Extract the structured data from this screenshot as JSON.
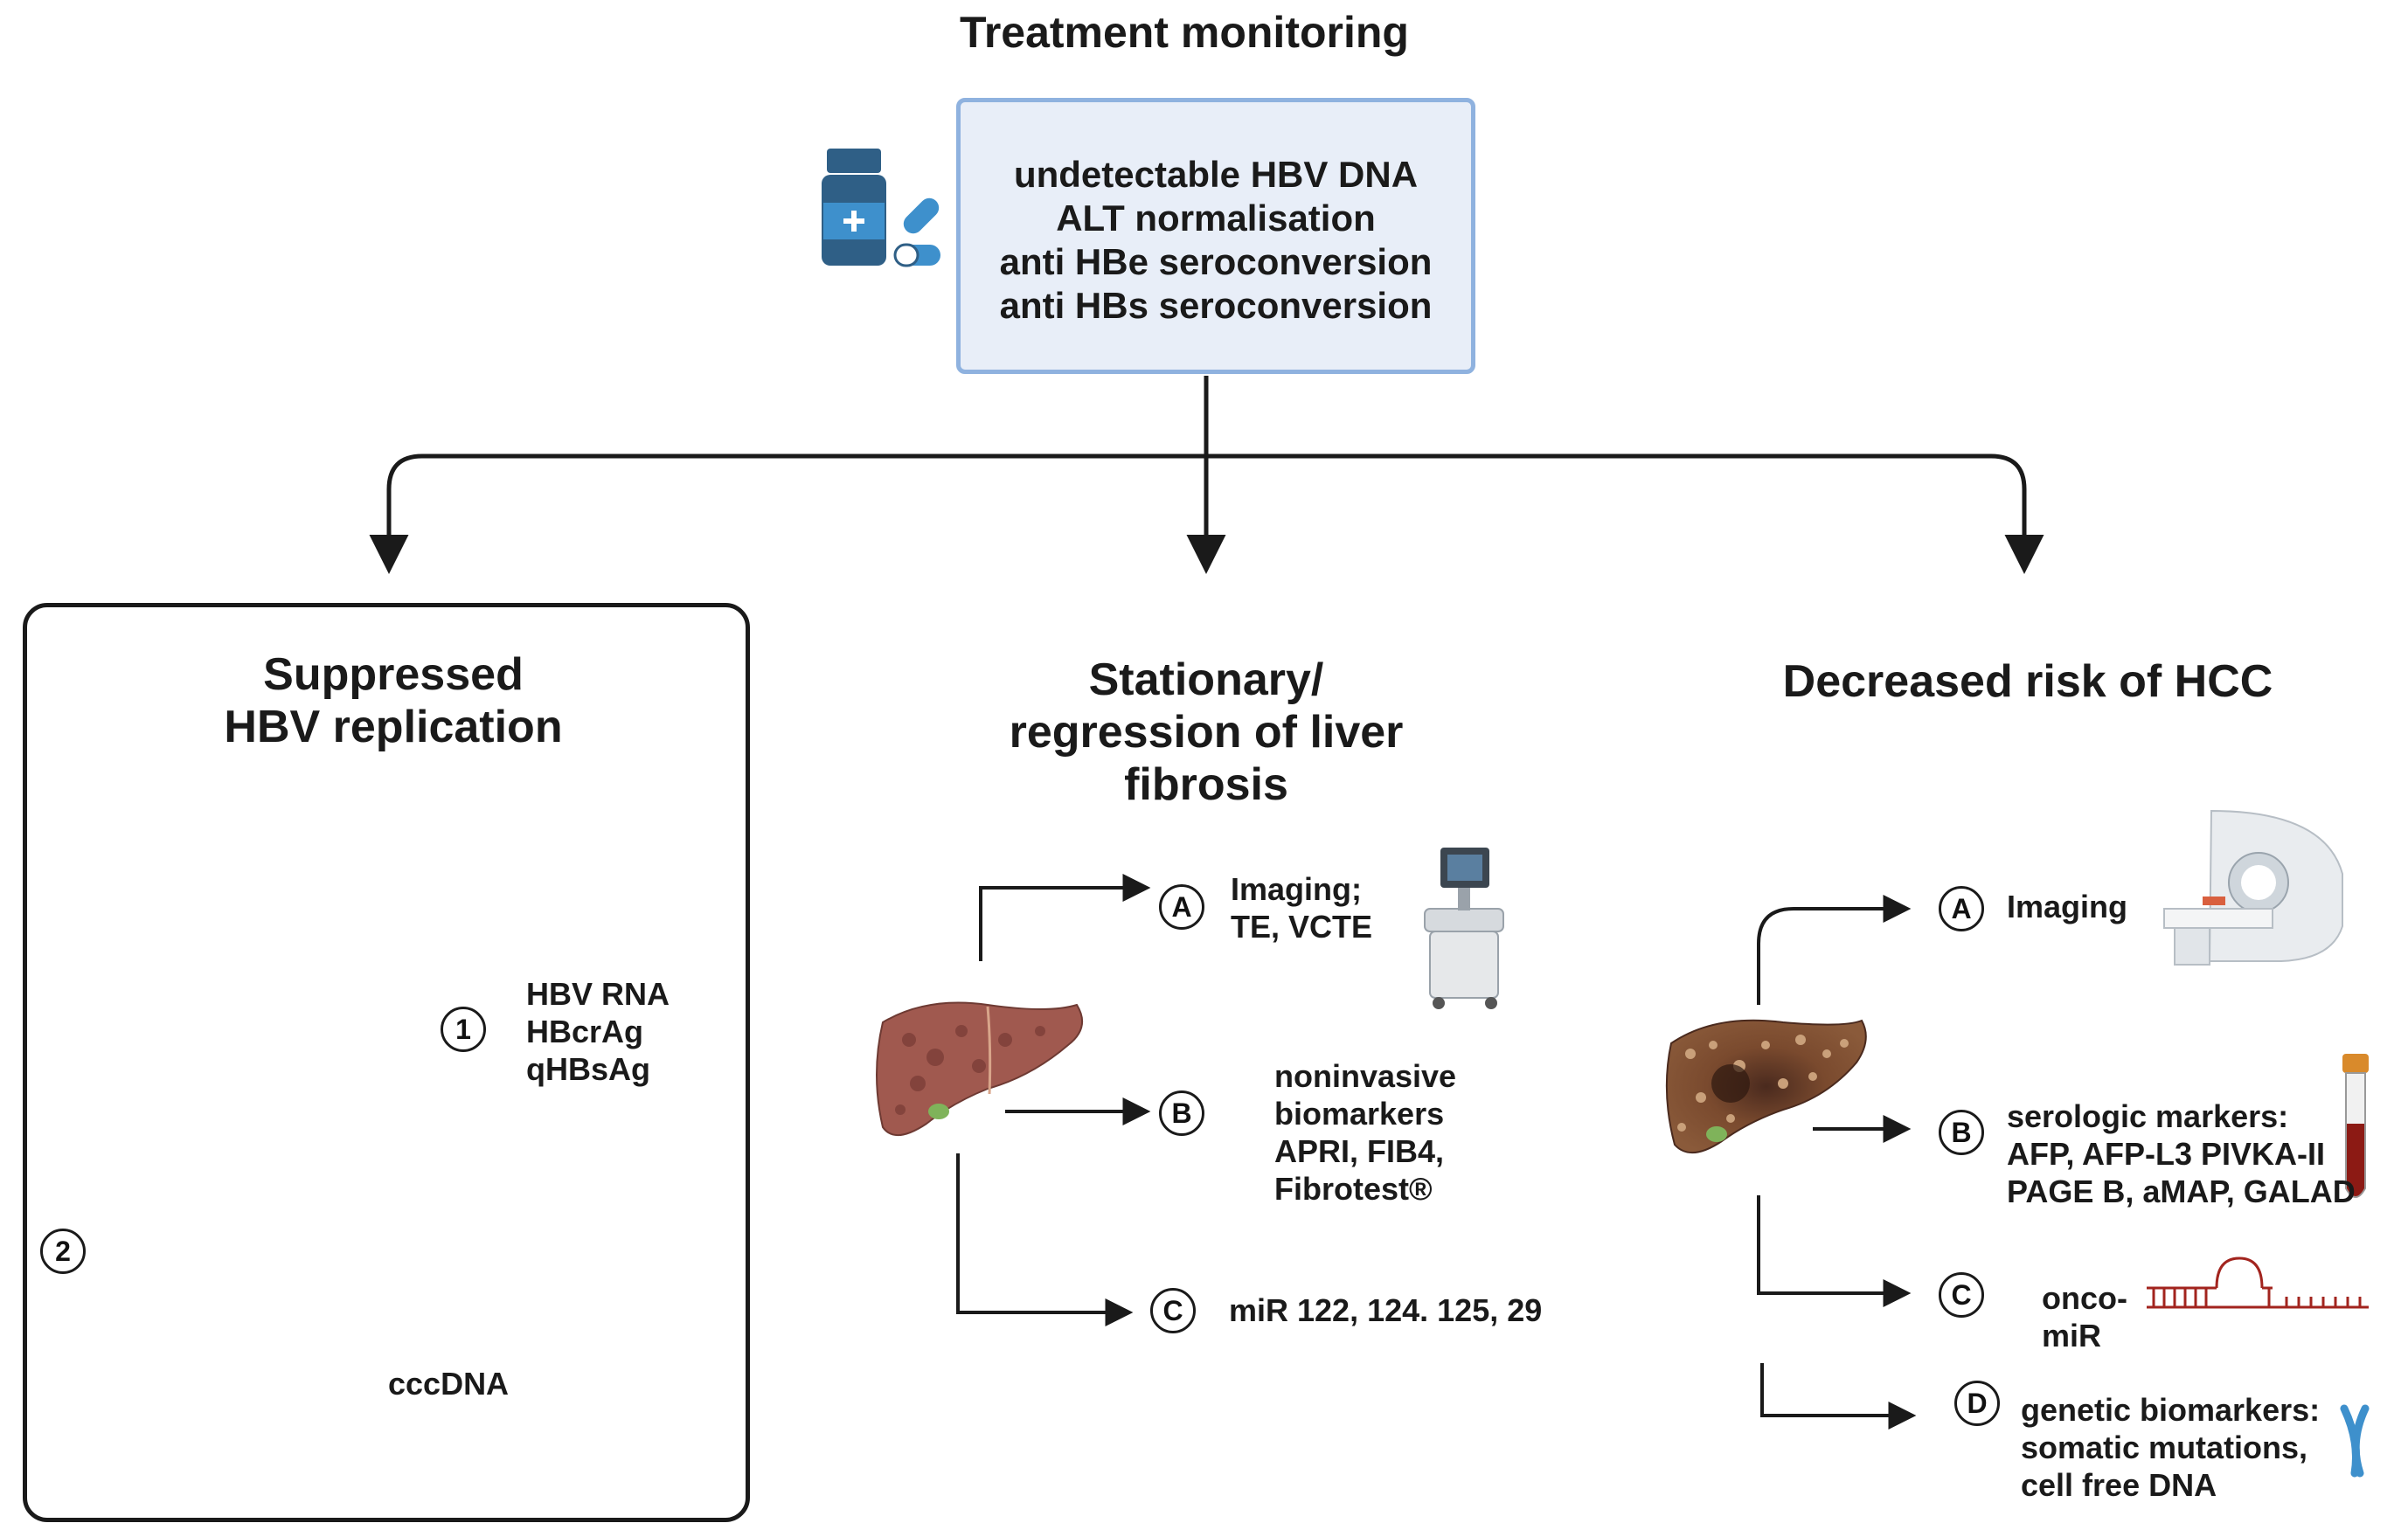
{
  "title": "Treatment monitoring",
  "monitoring_goals": [
    "undetectable HBV DNA",
    "ALT normalisation",
    "anti HBe seroconversion",
    "anti HBs seroconversion"
  ],
  "panels": [
    {
      "title_lines": [
        "Suppressed",
        "HBV replication"
      ],
      "marker_1": "1",
      "markers": [
        "HBV RNA",
        "HBcrAg",
        "qHBsAg"
      ],
      "marker_2": "2",
      "liver_label": "cccDNA"
    },
    {
      "title_lines": [
        "Stationary/",
        "regression of liver",
        "fibrosis"
      ],
      "items": [
        {
          "letter": "A",
          "lines": [
            "Imaging;",
            "TE, VCTE"
          ]
        },
        {
          "letter": "B",
          "lines": [
            "noninvasive",
            "biomarkers",
            "APRI, FIB4,",
            "Fibrotest®"
          ]
        },
        {
          "letter": "C",
          "lines": [
            "miR 122, 124. 125, 29"
          ]
        }
      ]
    },
    {
      "title_lines": [
        "Decreased risk of HCC"
      ],
      "items": [
        {
          "letter": "A",
          "lines": [
            "Imaging"
          ]
        },
        {
          "letter": "B",
          "lines": [
            "serologic markers:",
            "AFP, AFP-L3 PIVKA-II",
            "PAGE B, aMAP, GALAD"
          ]
        },
        {
          "letter": "C",
          "lines": [
            "onco-",
            "miR"
          ]
        },
        {
          "letter": "D",
          "lines": [
            "genetic biomarkers:",
            "somatic mutations,",
            "cell free DNA"
          ]
        }
      ]
    }
  ],
  "colors": {
    "box_fill": "#e8eef8",
    "box_border": "#8fb2df",
    "liver": "#a0594f",
    "tissue": "#e98ba0",
    "tissue_light": "#f6d7dd",
    "drug_bottle": "#2f5f86",
    "drug_accent": "#3e90cc"
  },
  "icons": [
    "medicine-bottle-icon",
    "pill-icon",
    "virus-icon",
    "skin-tissue-icon",
    "human-body-icon",
    "liver-icon",
    "ultrasound-machine-icon",
    "mri-scanner-icon",
    "blood-tube-icon",
    "mirna-icon",
    "chromosome-icon"
  ]
}
